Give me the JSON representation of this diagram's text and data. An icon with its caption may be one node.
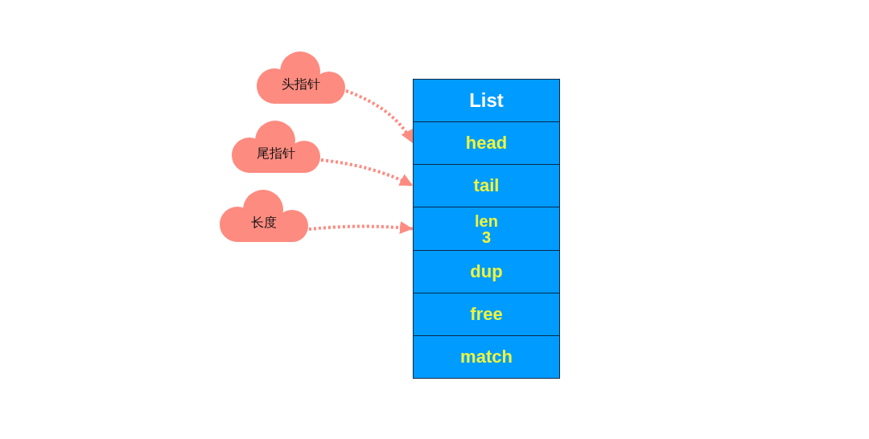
{
  "diagram": {
    "nodes": [
      {
        "text": [
          "头指针"
        ]
      },
      {
        "text": [
          "尾指针"
        ]
      },
      {
        "text": [
          "长度"
        ]
      },
      {
        "text": [
          "List"
        ]
      },
      {
        "text": [
          "head"
        ]
      },
      {
        "text": [
          "tail"
        ]
      },
      {
        "text": [
          "len",
          "3"
        ]
      },
      {
        "text": [
          "dup"
        ]
      },
      {
        "text": [
          "free"
        ]
      },
      {
        "text": [
          "match"
        ]
      }
    ],
    "edges": [
      {
        "from": 0,
        "to": 4,
        "arrow": "to",
        "style": "dashed"
      },
      {
        "from": 1,
        "to": 5,
        "arrow": "to",
        "style": "dashed"
      },
      {
        "from": 2,
        "to": 6,
        "arrow": "to",
        "style": "dashed"
      }
    ]
  }
}
